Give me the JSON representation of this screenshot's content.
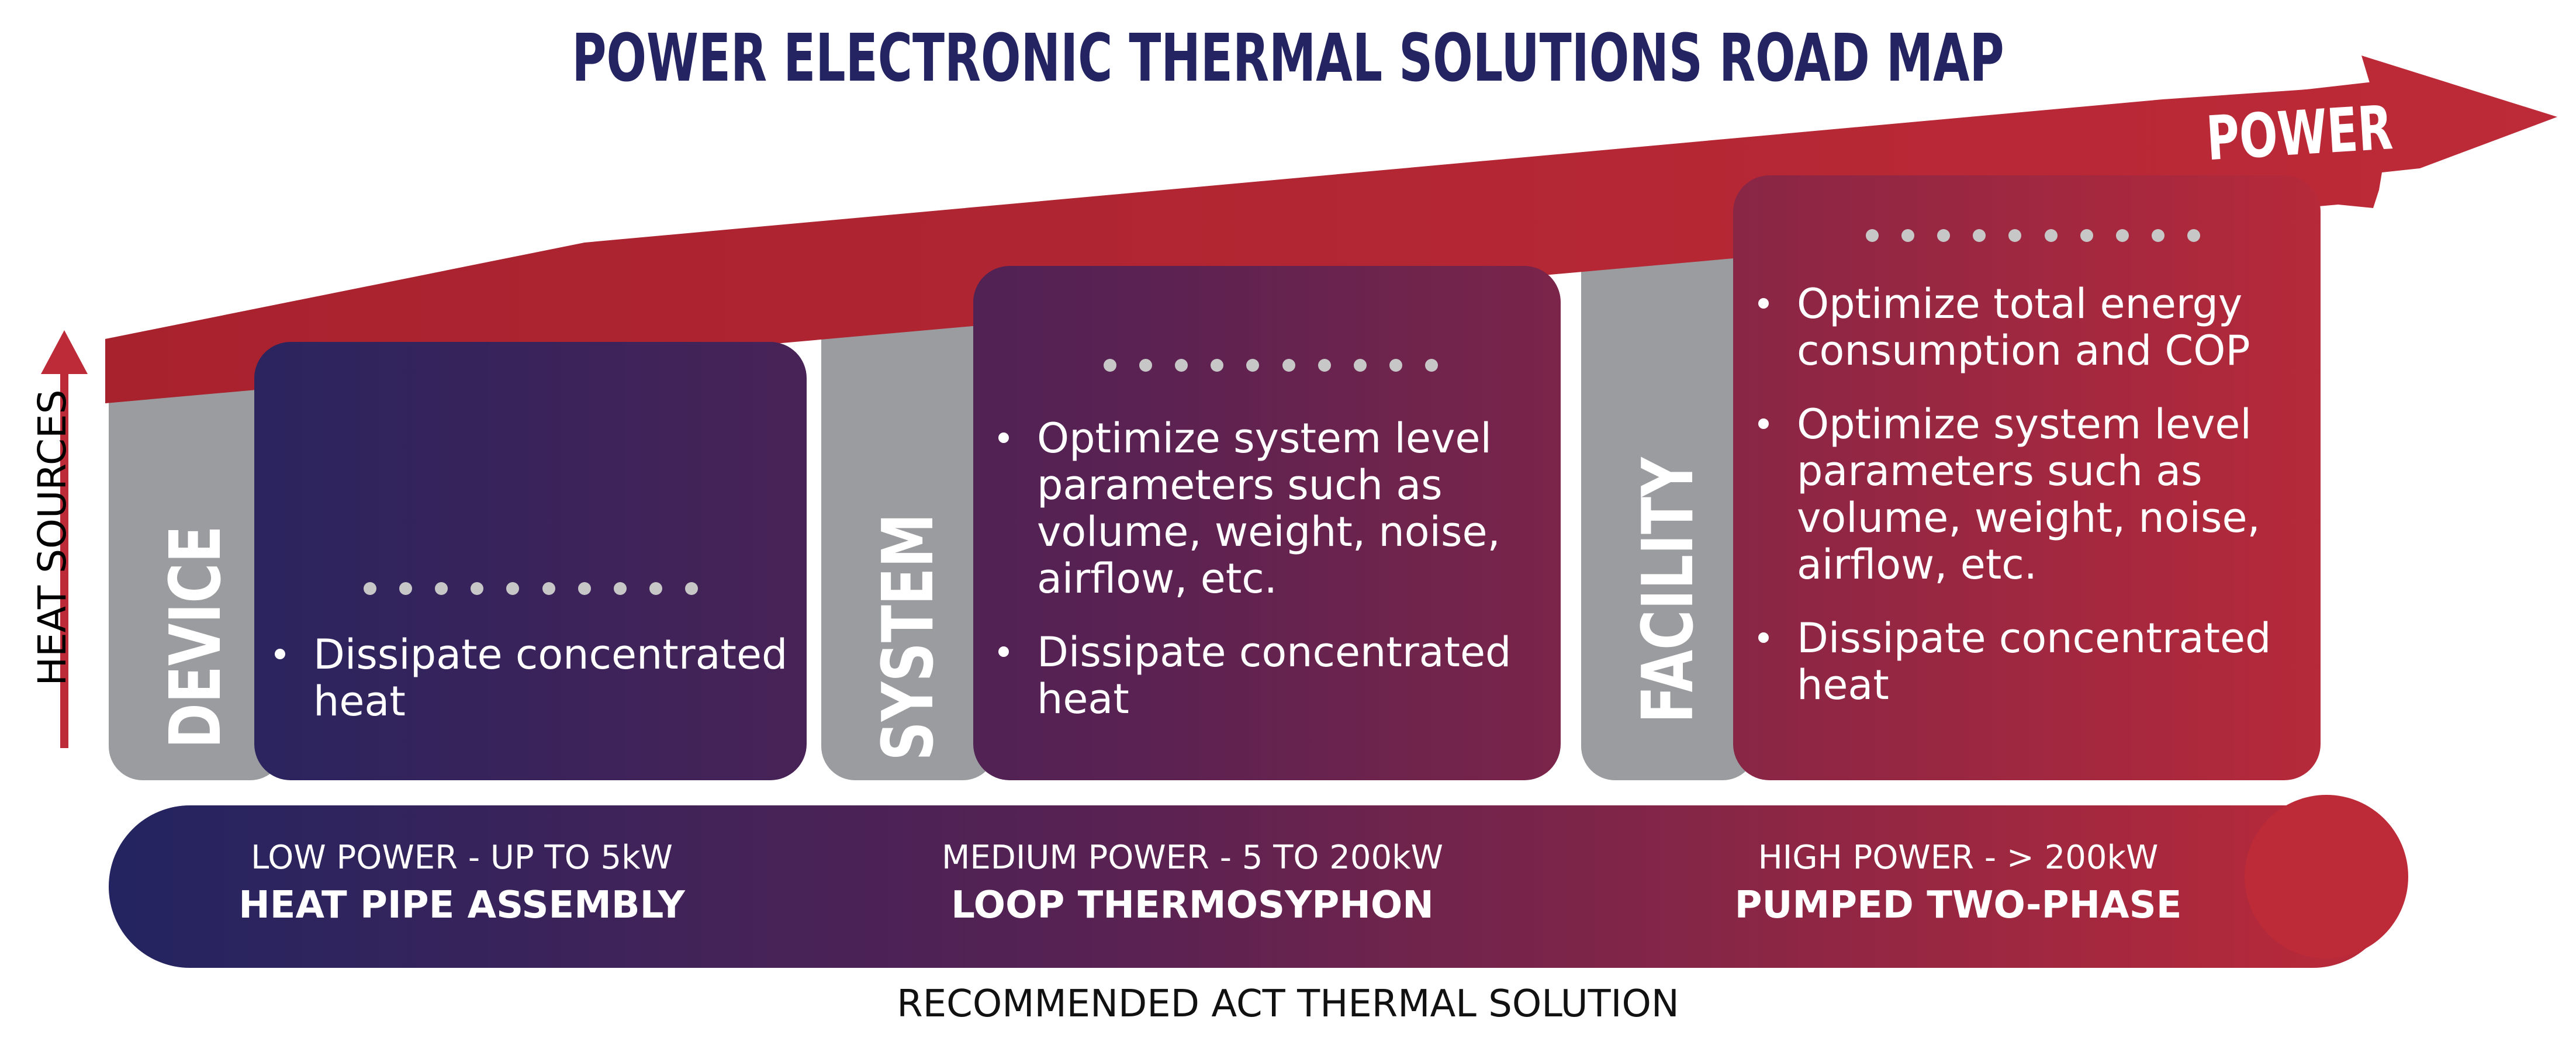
{
  "title": "POWER ELECTRONIC THERMAL SOLUTIONS ROAD MAP",
  "axes": {
    "vertical_label": "HEAT SOURCES",
    "horizontal_label": "POWER"
  },
  "colors": {
    "navy": "#232461",
    "plum": "#5a2252",
    "red": "#bd2a38",
    "gray": "#9b9c9f",
    "dot": "#c7c7c7"
  },
  "levels": [
    {
      "tab": "DEVICE",
      "bullets": [
        "Dissipate concentrated heat"
      ]
    },
    {
      "tab": "SYSTEM",
      "bullets": [
        "Optimize system level parameters such as volume, weight, noise, airflow, etc.",
        "Dissipate concentrated heat"
      ]
    },
    {
      "tab": "FACILITY",
      "bullets": [
        "Optimize total energy consumption and COP",
        "Optimize system level parameters such as volume, weight, noise, airflow, etc.",
        "Dissipate concentrated heat"
      ]
    }
  ],
  "solutions": [
    {
      "range": "LOW POWER - UP TO 5kW",
      "name": "HEAT PIPE ASSEMBLY"
    },
    {
      "range": "MEDIUM POWER - 5 TO 200kW",
      "name": "LOOP THERMOSYPHON"
    },
    {
      "range": "HIGH POWER - > 200kW",
      "name": "PUMPED TWO-PHASE"
    }
  ],
  "footer": "RECOMMENDED ACT THERMAL SOLUTION"
}
